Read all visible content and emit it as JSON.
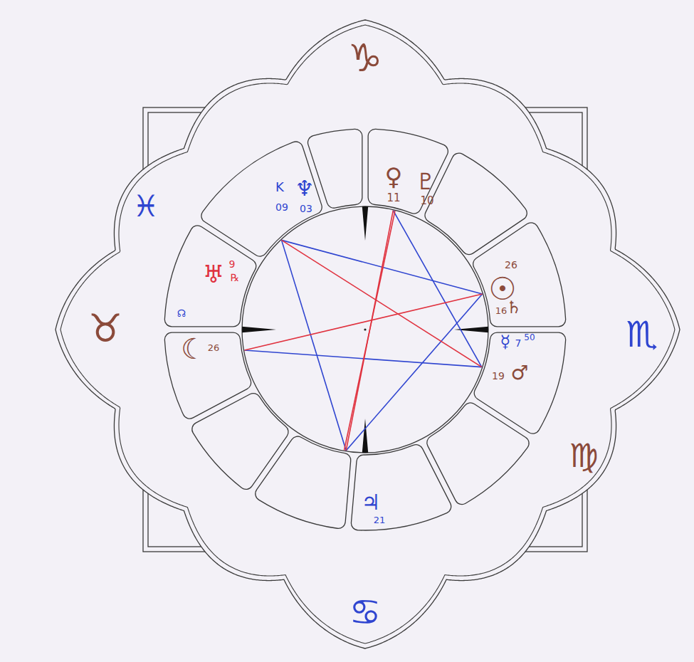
{
  "diagram": {
    "nodes": [
      {
        "text": [
          "♀",
          "11",
          "♇",
          "10"
        ]
      },
      {
        "text": [
          "K",
          "09",
          "♆",
          "03"
        ]
      },
      {
        "text": [
          "♅",
          "9",
          "℞",
          "☊"
        ]
      },
      {
        "text": [
          "26",
          "☉",
          "16",
          "♄"
        ]
      },
      {
        "text": [
          "☾",
          "26"
        ]
      },
      {
        "text": [
          "☿",
          "7",
          "50",
          "19",
          "♂"
        ]
      },
      {
        "text": [
          "♃",
          "21"
        ]
      }
    ],
    "labels": [
      "♑",
      "♓",
      "♉",
      "♏",
      "♍",
      "♋"
    ]
  }
}
